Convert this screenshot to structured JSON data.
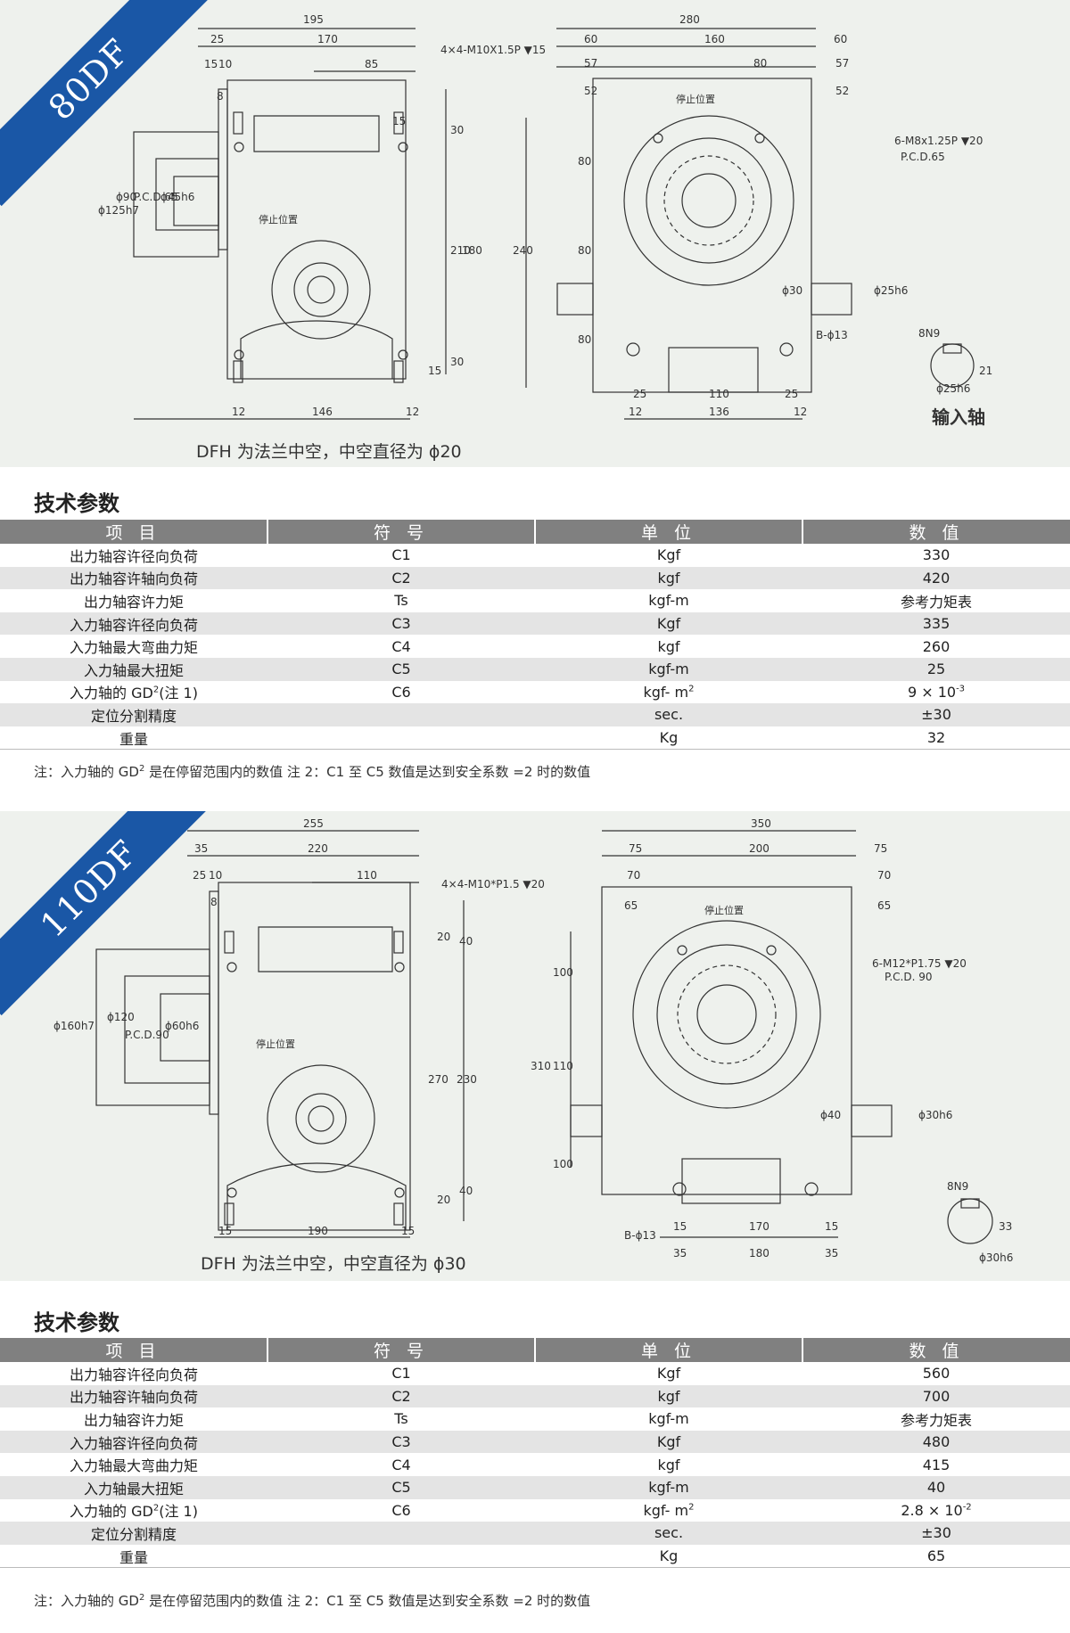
{
  "models": [
    {
      "banner": "80DF",
      "caption": "DFH 为法兰中空，中空直径为 ϕ20",
      "drawing": {
        "front_dims": [
          "195",
          "25",
          "170",
          "15",
          "10",
          "85",
          "8",
          "4×4-M10X1.5P ▼15",
          "15",
          "30",
          "ϕ125h7",
          "ϕ90",
          "P.C.D.65",
          "ϕ45h6",
          "210",
          "180",
          "15",
          "30",
          "12",
          "146",
          "12"
        ],
        "side_dims": [
          "280",
          "60",
          "160",
          "60",
          "57",
          "80",
          "57",
          "52",
          "52",
          "6-M8x1.25P ▼20",
          "P.C.D.65",
          "240",
          "80",
          "80",
          "80",
          "ϕ30",
          "ϕ25h6",
          "B-ϕ13",
          "25",
          "110",
          "25",
          "12",
          "136",
          "12"
        ],
        "stop_label": "停止位置",
        "shaft_dims": [
          "8N9",
          "ϕ25h6",
          "21"
        ],
        "shaft_label": "输入轴"
      },
      "section_title": "技术参数",
      "table": {
        "headers": [
          "项 目",
          "符 号",
          "单 位",
          "数 值"
        ],
        "rows": [
          {
            "item": "出力轴容许径向负荷",
            "symbol": "C1",
            "unit": "Kgf",
            "value": "330"
          },
          {
            "item": "出力轴容许轴向负荷",
            "symbol": "C2",
            "unit": "kgf",
            "value": "420"
          },
          {
            "item": "出力轴容许力矩",
            "symbol": "Ts",
            "unit": "kgf-m",
            "value": "参考力矩表"
          },
          {
            "item": "入力轴容许径向负荷",
            "symbol": "C3",
            "unit": "Kgf",
            "value": "335"
          },
          {
            "item": "入力轴最大弯曲力矩",
            "symbol": "C4",
            "unit": "kgf",
            "value": "260"
          },
          {
            "item": "入力轴最大扭矩",
            "symbol": "C5",
            "unit": "kgf-m",
            "value": "25"
          },
          {
            "item_pre": "入力轴的 GD",
            "item_sup": "2",
            "item_post": "(注 1)",
            "symbol": "C6",
            "unit_pre": "kgf- m",
            "unit_sup": "2",
            "value_pre": "9 × 10",
            "value_sup": "-3"
          },
          {
            "item": "定位分割精度",
            "symbol": "",
            "unit": "sec.",
            "value": "±30"
          },
          {
            "item": "重量",
            "symbol": "",
            "unit": "Kg",
            "value": "32"
          }
        ]
      },
      "note": {
        "pre": "注：入力轴的 GD",
        "sup": "2",
        "post": " 是在停留范围内的数值   注 2：C1 至 C5 数值是达到安全系数 =2 时的数值"
      }
    },
    {
      "banner": "110DF",
      "caption": "DFH 为法兰中空，中空直径为 ϕ30",
      "drawing": {
        "front_dims": [
          "255",
          "35",
          "220",
          "25",
          "10",
          "110",
          "8",
          "4×4-M10*P1.5 ▼20",
          "20",
          "40",
          "ϕ160h7",
          "ϕ120",
          "P.C.D.90",
          "ϕ60h6",
          "270",
          "230",
          "20",
          "40",
          "15",
          "190",
          "15"
        ],
        "side_dims": [
          "350",
          "75",
          "200",
          "75",
          "70",
          "70",
          "65",
          "65",
          "6-M12*P1.75 ▼20",
          "P.C.D. 90",
          "310",
          "100",
          "110",
          "100",
          "ϕ40",
          "ϕ30h6",
          "B-ϕ13",
          "15",
          "170",
          "15",
          "35",
          "180",
          "35"
        ],
        "stop_label": "停止位置",
        "shaft_dims": [
          "8N9",
          "ϕ30h6",
          "33"
        ],
        "shaft_label": ""
      },
      "section_title": "技术参数",
      "table": {
        "headers": [
          "项 目",
          "符 号",
          "单 位",
          "数 值"
        ],
        "rows": [
          {
            "item": "出力轴容许径向负荷",
            "symbol": "C1",
            "unit": "Kgf",
            "value": "560"
          },
          {
            "item": "出力轴容许轴向负荷",
            "symbol": "C2",
            "unit": "kgf",
            "value": "700"
          },
          {
            "item": "出力轴容许力矩",
            "symbol": "Ts",
            "unit": "kgf-m",
            "value": "参考力矩表"
          },
          {
            "item": "入力轴容许径向负荷",
            "symbol": "C3",
            "unit": "Kgf",
            "value": "480"
          },
          {
            "item": "入力轴最大弯曲力矩",
            "symbol": "C4",
            "unit": "kgf",
            "value": "415"
          },
          {
            "item": "入力轴最大扭矩",
            "symbol": "C5",
            "unit": "kgf-m",
            "value": "40"
          },
          {
            "item_pre": "入力轴的 GD",
            "item_sup": "2",
            "item_post": "(注 1)",
            "symbol": "C6",
            "unit_pre": "kgf- m",
            "unit_sup": "2",
            "value_pre": "2.8 × 10",
            "value_sup": "-2"
          },
          {
            "item": "定位分割精度",
            "symbol": "",
            "unit": "sec.",
            "value": "±30"
          },
          {
            "item": "重量",
            "symbol": "",
            "unit": "Kg",
            "value": "65"
          }
        ]
      },
      "note": {
        "pre": "注：入力轴的 GD",
        "sup": "2",
        "post": " 是在停留范围内的数值   注 2：C1 至 C5 数值是达到安全系数 =2 时的数值"
      }
    }
  ]
}
